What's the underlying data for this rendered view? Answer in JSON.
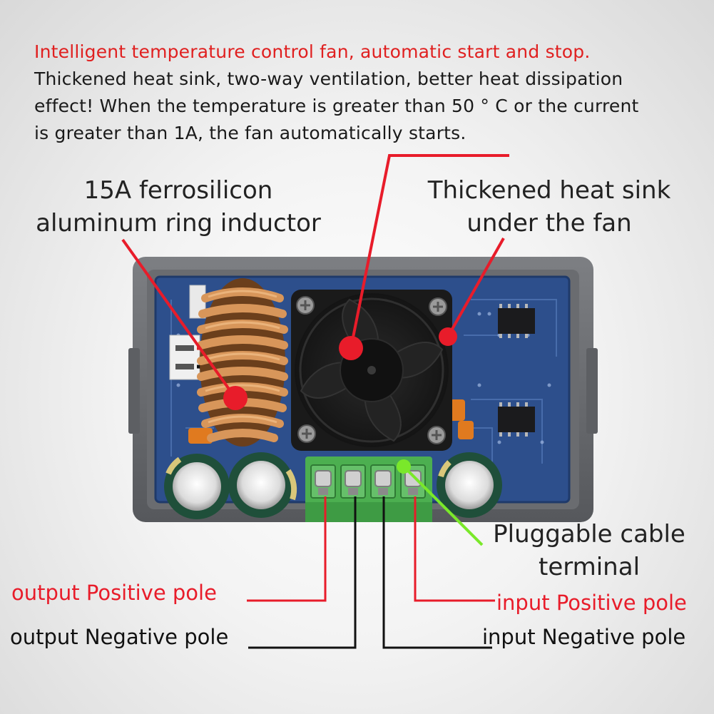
{
  "header": {
    "line1": "Intelligent temperature control fan, automatic start and stop.",
    "line2": "Thickened heat sink, two-way ventilation, better heat dissipation",
    "line3": "effect! When the temperature is greater than 50 ° C or the current",
    "line4": "is greater than 1A, the fan automatically starts."
  },
  "labels": {
    "inductor_l1": "15A ferrosilicon",
    "inductor_l2": "aluminum ring inductor",
    "heatsink_l1": "Thickened heat sink",
    "heatsink_l2": "under the fan",
    "terminal_l1": "Pluggable cable",
    "terminal_l2": "terminal",
    "output_positive": "output Positive pole",
    "output_negative": "output Negative pole",
    "input_positive": "input Positive pole",
    "input_negative": "input Negative pole"
  },
  "colors": {
    "accent_red": "#e81c2a",
    "pointer_green": "#7ae82a",
    "pcb_blue": "#2d4f8c",
    "terminal_green": "#4caf50",
    "copper": "#c8874a"
  }
}
